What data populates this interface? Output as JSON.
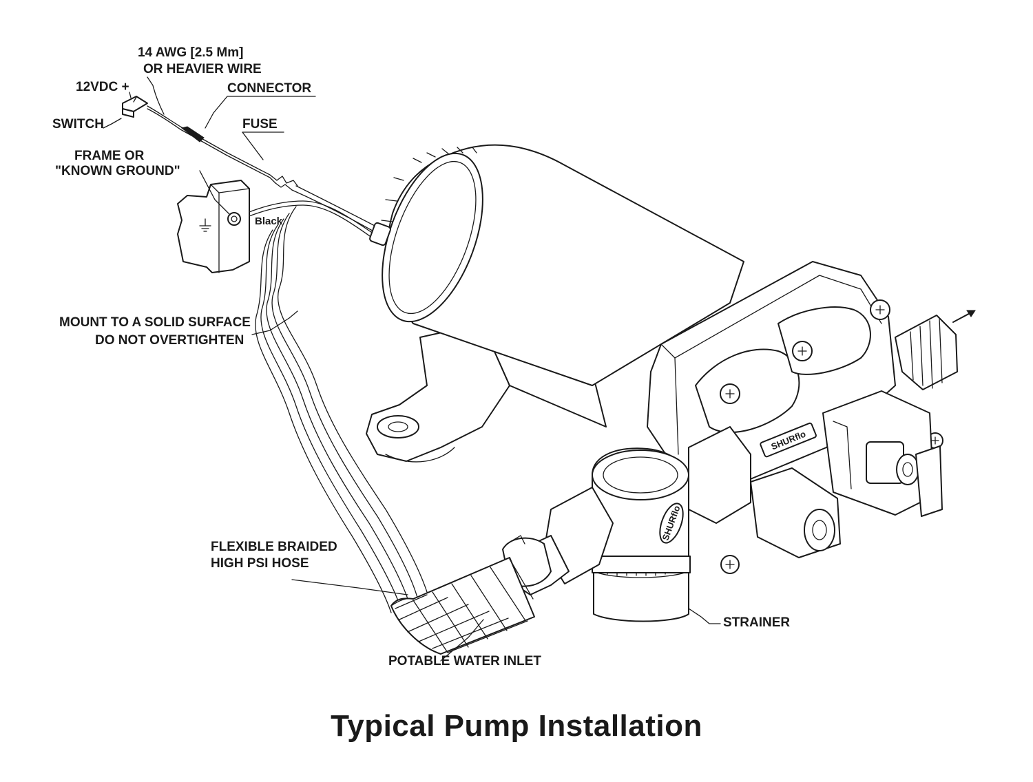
{
  "labels": {
    "wire_line1": "14 AWG [2.5 Mm]",
    "wire_line2": "OR HEAVIER WIRE",
    "supply": "12VDC +",
    "connector": "CONNECTOR",
    "switch": "SWITCH",
    "fuse": "FUSE",
    "ground_line1": "FRAME OR",
    "ground_line2": "\"KNOWN GROUND\"",
    "black": "Black",
    "mount_line1": "MOUNT TO A SOLID SURFACE",
    "mount_line2": "DO NOT OVERTIGHTEN",
    "hose_line1": "FLEXIBLE BRAIDED",
    "hose_line2": "HIGH PSI HOSE",
    "strainer": "STRAINER",
    "inlet": "POTABLE WATER INLET",
    "brand_plate": "SHURflo",
    "brand_strainer": "SHURflo"
  },
  "caption": "Typical Pump Installation",
  "colors": {
    "ink": "#1a1a1a",
    "background": "#ffffff"
  }
}
